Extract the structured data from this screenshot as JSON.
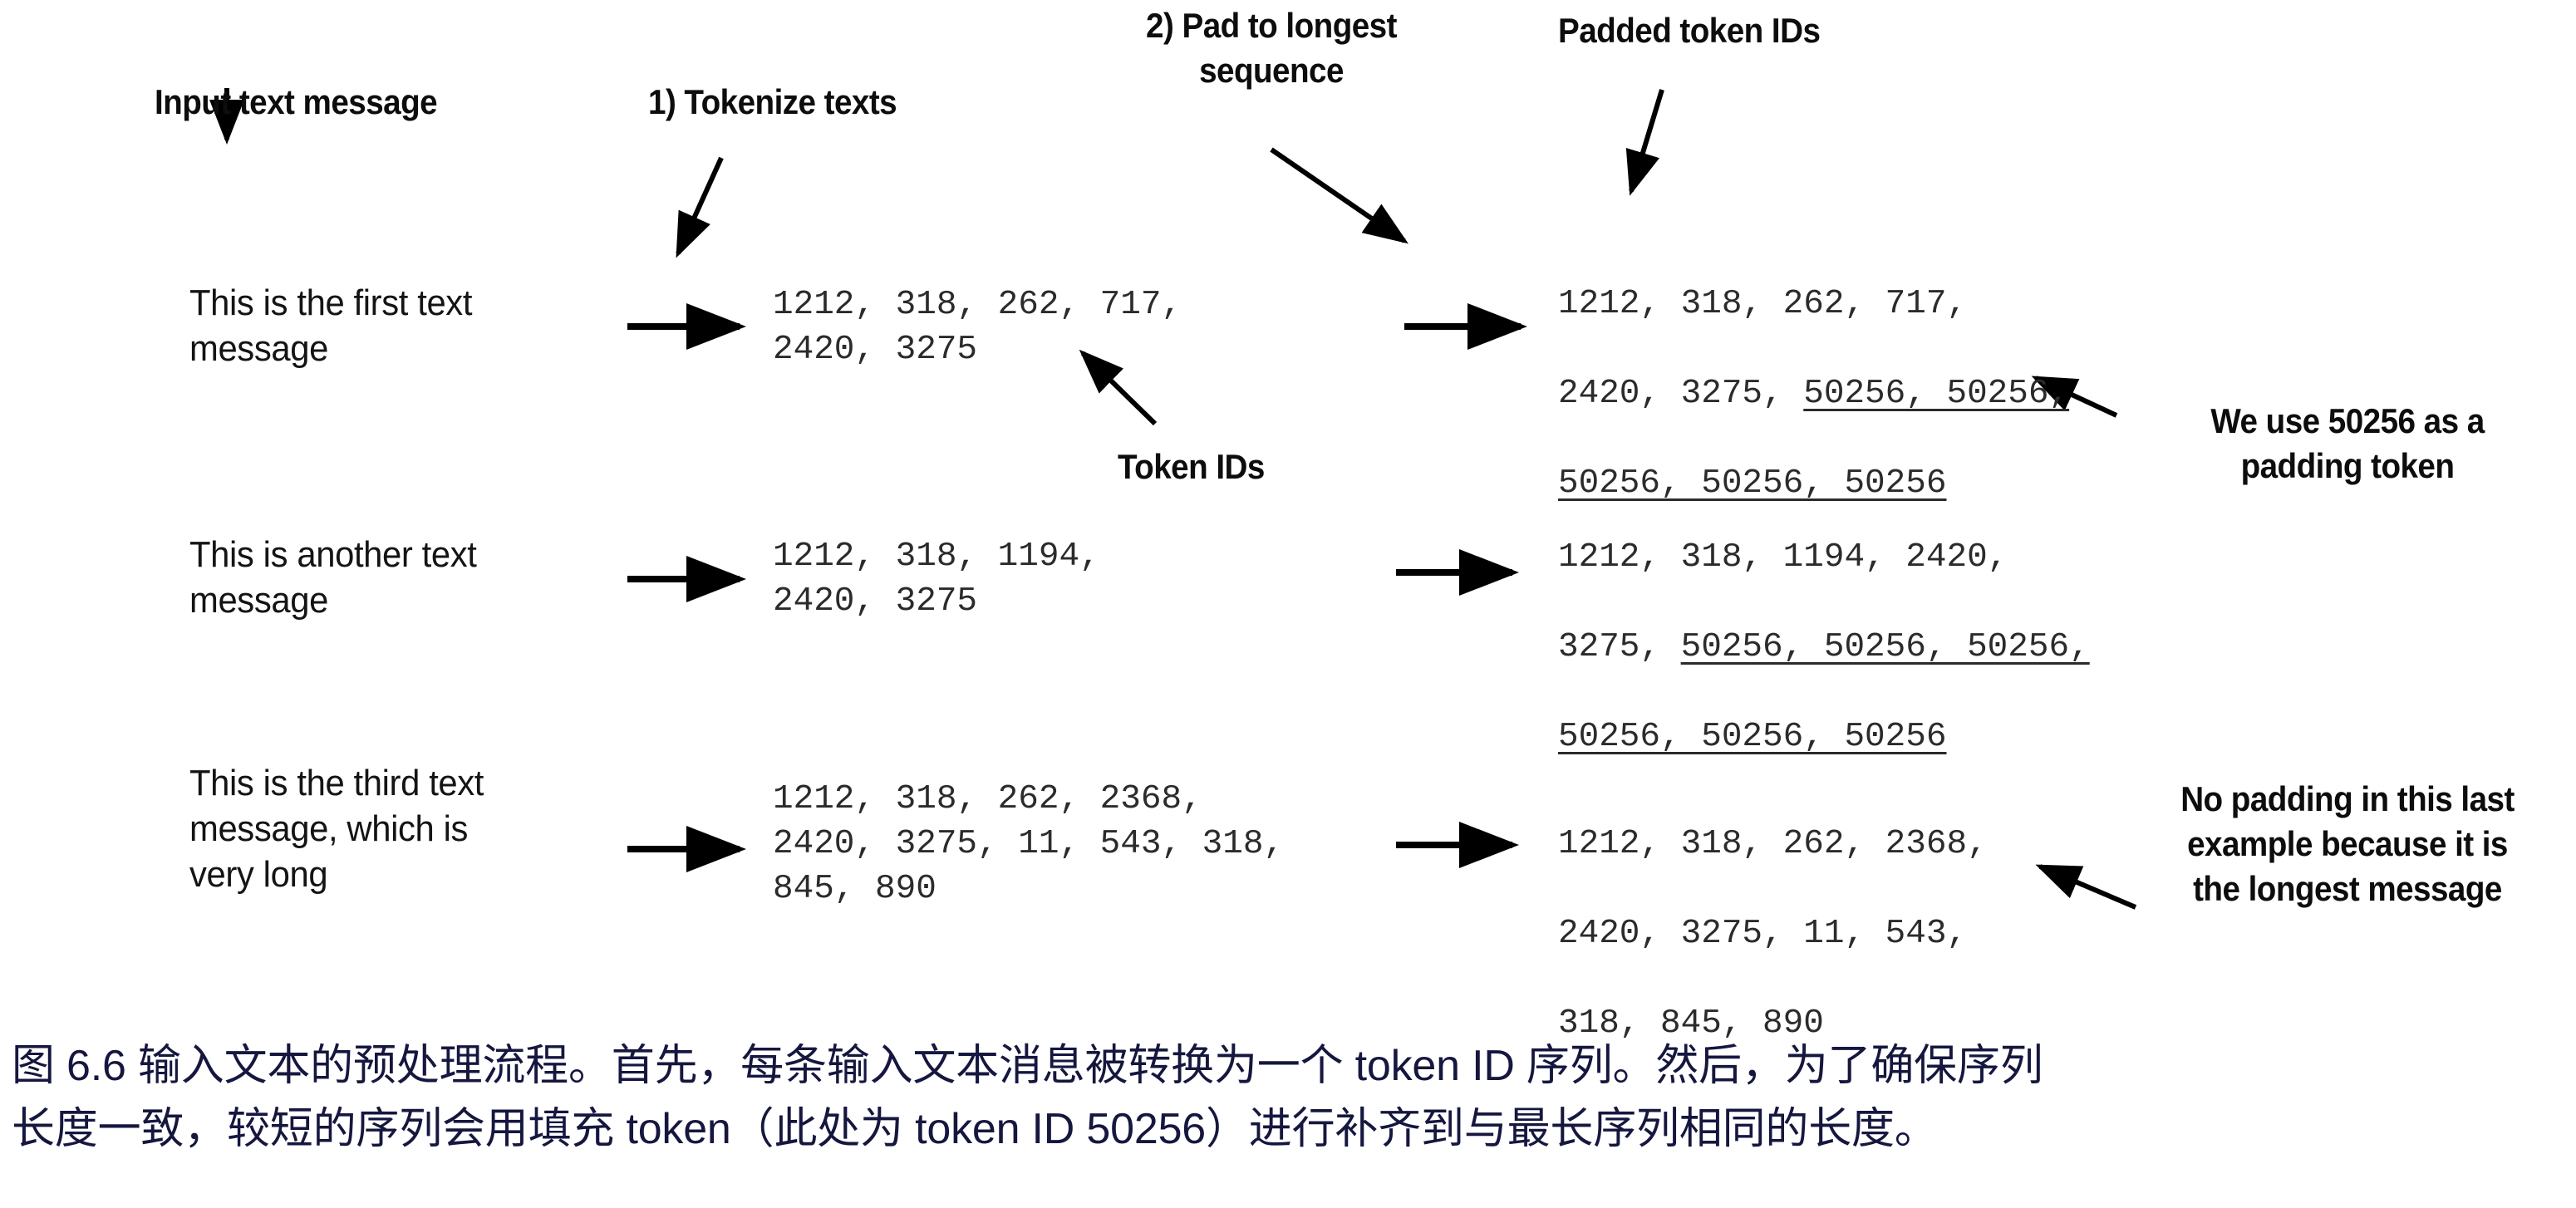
{
  "figure": {
    "headers": {
      "input_text_message": "Input text message",
      "tokenize_texts": "1) Tokenize texts",
      "pad_to_longest": "2) Pad to longest\nsequence",
      "padded_token_ids": "Padded token IDs",
      "token_ids": "Token IDs"
    },
    "rows": [
      {
        "message": "This is the first text\nmessage",
        "token_ids_plain": "1212, 318, 262, 717,\n2420, 3275",
        "padded": {
          "line1": "1212, 318, 262, 717,",
          "line2_plain": "2420, 3275, ",
          "line2_pad": "50256, 50256,",
          "line3_pad": "50256, 50256, 50256"
        }
      },
      {
        "message": "This is another text\nmessage",
        "token_ids_plain": "1212, 318, 1194,\n2420, 3275",
        "padded": {
          "line1": "1212, 318, 1194, 2420,",
          "line2_plain": "3275, ",
          "line2_pad": "50256, 50256, 50256,",
          "line3_pad": "50256, 50256, 50256"
        }
      },
      {
        "message": "This is the third text\nmessage, which is\nvery long",
        "token_ids_plain": "1212, 318, 262, 2368,\n2420, 3275, 11, 543, 318,\n845, 890",
        "padded": {
          "line1": "1212, 318, 262, 2368,",
          "line2_plain": "2420, 3275, 11, 543,",
          "line2_pad": "",
          "line3_pad": "",
          "line3_plain": "318, 845, 890"
        }
      }
    ],
    "callouts": {
      "padding_token_note": "We use 50256 as a\npadding token",
      "no_padding_note": "No padding in this last\nexample because it is\nthe longest message"
    },
    "caption": {
      "line1": "图 6.6 输入文本的预处理流程。首先，每条输入文本消息被转换为一个 token ID 序列。然后，为了确保序列",
      "line2": "长度一致，较短的序列会用填充 token（此处为 token ID 50256）进行补齐到与最长序列相同的长度。"
    },
    "colors": {
      "caption_text": "#15173f",
      "body_text": "#141414",
      "mono_text": "#2b2b2b",
      "annotation_text": "#0d0d0d",
      "arrow": "#000000",
      "background": "#ffffff"
    }
  }
}
